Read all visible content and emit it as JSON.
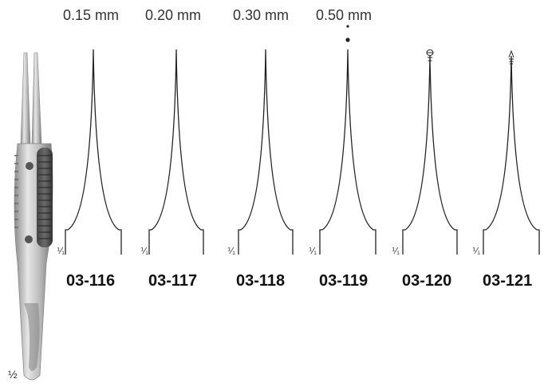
{
  "instrument": {
    "scale": "½",
    "tip_scale_marks": [
      "⅟₁",
      "⅟₁",
      "⅟₁",
      "⅟₁",
      "⅟₁",
      "⅟₁"
    ]
  },
  "variants": [
    {
      "size": "0.15 mm",
      "code": "03-116",
      "tip": "plain"
    },
    {
      "size": "0.20 mm",
      "code": "03-117",
      "tip": "plain"
    },
    {
      "size": "0.30 mm",
      "code": "03-118",
      "tip": "plain"
    },
    {
      "size": "0.50 mm",
      "code": "03-119",
      "tip": "plain"
    },
    {
      "size": "",
      "code": "03-120",
      "tip": "ring"
    },
    {
      "size": "",
      "code": "03-121",
      "tip": "serrated"
    }
  ]
}
